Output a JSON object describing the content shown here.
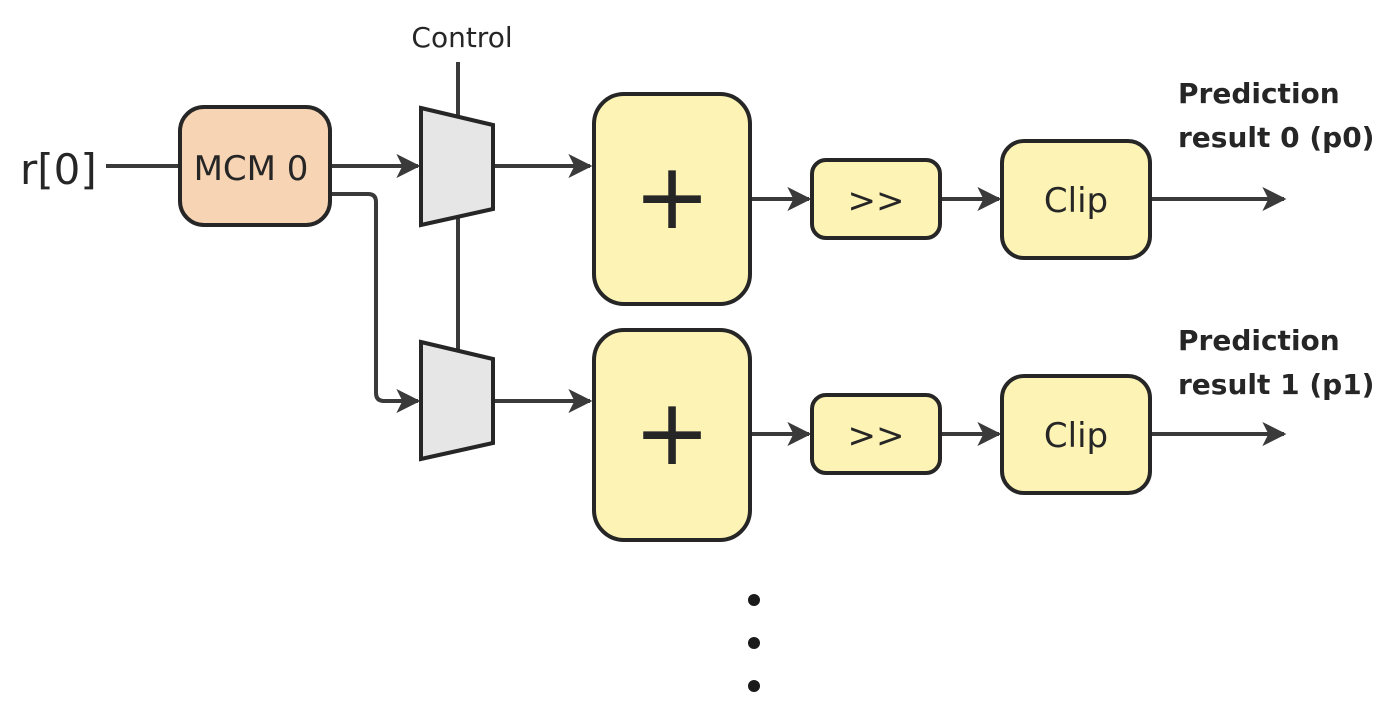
{
  "input": {
    "label": "r[0]"
  },
  "mcm": {
    "label": "MCM 0",
    "fill": "#f7d4b3"
  },
  "control": {
    "label": "Control"
  },
  "block_fill": "#fdf3b5",
  "mux_fill": "#e6e6e6",
  "stroke_color": "#262626",
  "rows": [
    {
      "adder": "+",
      "shift": ">>",
      "clip": "Clip",
      "output": {
        "line1": "Prediction",
        "line2": "result 0 (p0)"
      }
    },
    {
      "adder": "+",
      "shift": ">>",
      "clip": "Clip",
      "output": {
        "line1": "Prediction",
        "line2": "result 1 (p1)"
      }
    }
  ],
  "continuation": "⋮"
}
